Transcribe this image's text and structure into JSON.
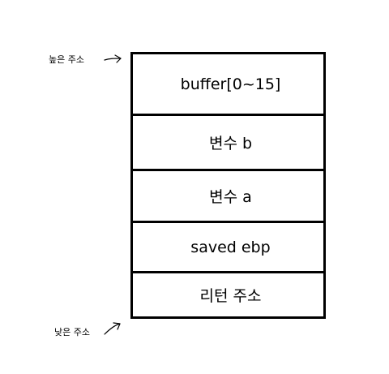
{
  "labels": {
    "high_address": "높은 주소",
    "low_address": "낮은 주소"
  },
  "stack": {
    "cells": [
      "buffer[0~15]",
      "변수 b",
      "변수 a",
      "saved ebp",
      "리턴 주소"
    ]
  }
}
